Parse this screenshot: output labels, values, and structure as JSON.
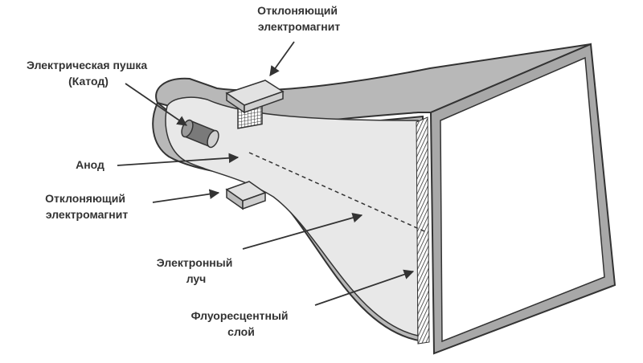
{
  "labels": {
    "deflector_top": [
      "Отклоняющий",
      "электромагнит"
    ],
    "electron_gun": [
      "Электрическая пушка",
      "(Катод)"
    ],
    "anode": [
      "Анод"
    ],
    "deflector_bottom": [
      "Отклоняющий",
      "электромагнит"
    ],
    "electron_beam": [
      "Электронный",
      "луч"
    ],
    "phosphor_layer": [
      "Флуоресцентный",
      "слой"
    ]
  },
  "colors": {
    "outline": "#333333",
    "tube_side": "#b8b8b8",
    "tube_face": "#e8e8e8",
    "screen_frame": "#a8a8a8",
    "screen": "#ffffff",
    "magnet": "#d6d6d6",
    "text": "#333333"
  }
}
